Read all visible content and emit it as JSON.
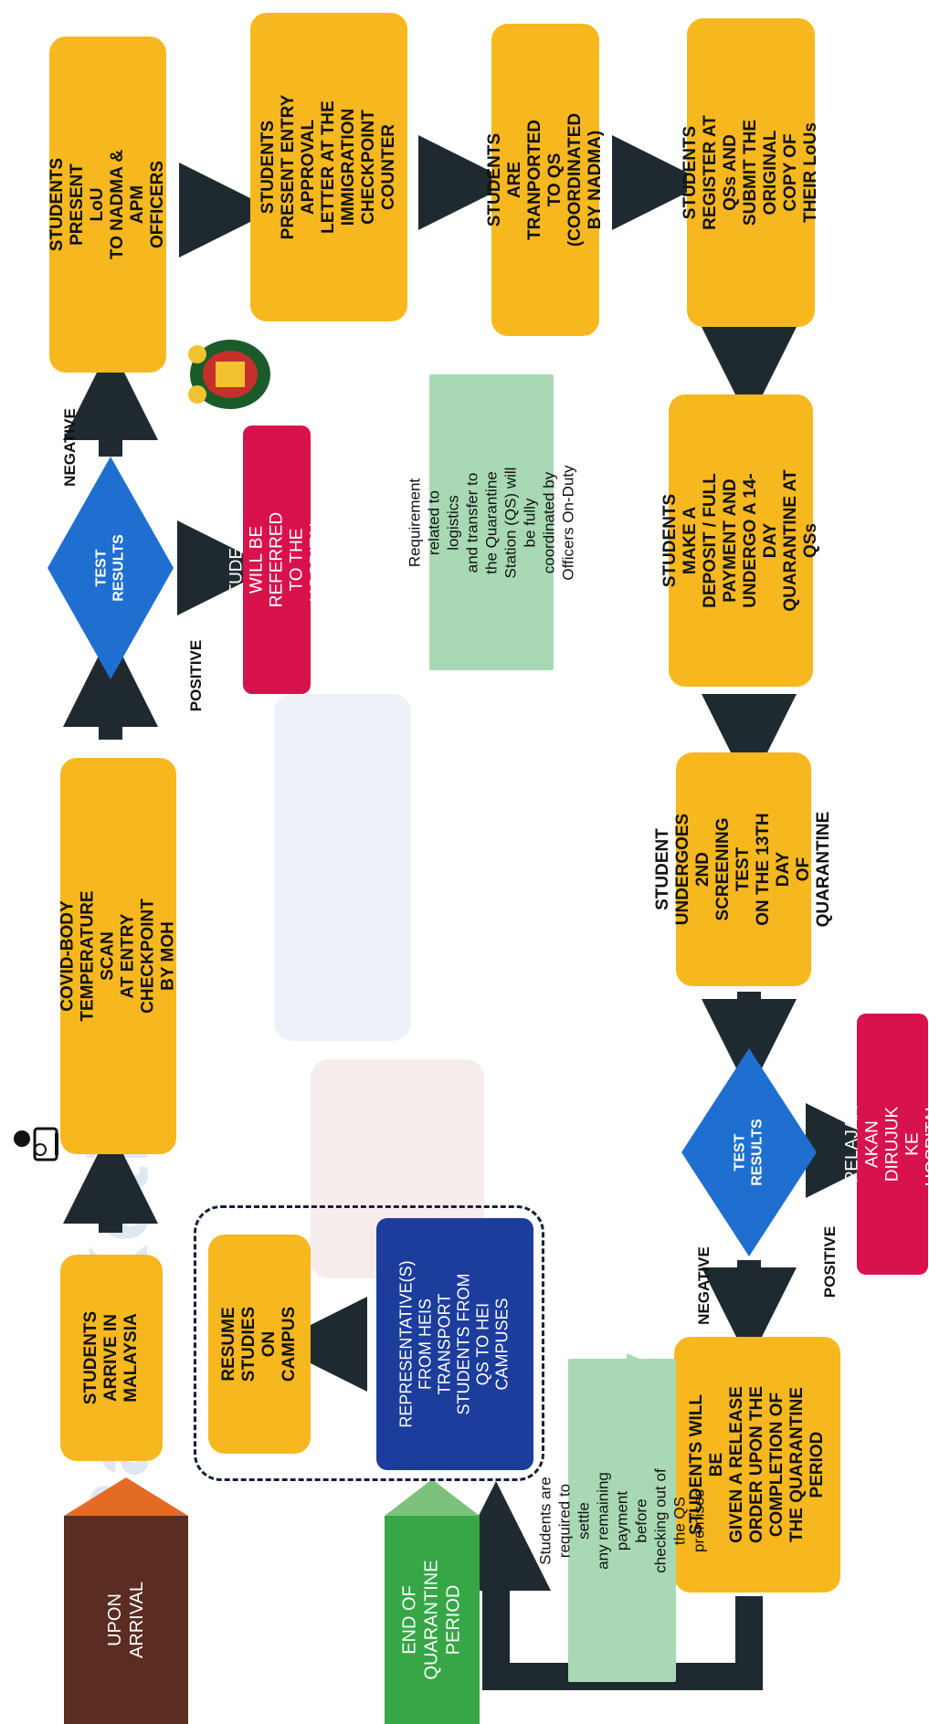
{
  "background": {
    "watermark_text": "Balai Ketibaan"
  },
  "phases": {
    "upon_arrival": "UPON\nARRIVAL",
    "end_of_quarantine": "END OF\nQUARANTINE\nPERIOD"
  },
  "nodes": {
    "arrive": "STUDENTS\nARRIVE IN\nMALAYSIA",
    "temperature_scan": "COVID-BODY TEMPERATURE SCAN\nAT ENTRY CHECKPOINT BY MOH",
    "test_results_1": "TEST\nRESULTS",
    "present_lou": "STUDENTS PRESENT LoU\nTO NADMA & APM\nOFFICERS",
    "referred_hospital": "STUDENTS WILL BE\nREFERRED TO THE\nHOSPITAL",
    "entry_approval": "STUDENTS PRESENT ENTRY\nAPPROVAL LETTER AT THE\nIMMIGRATION CHECKPOINT\nCOUNTER",
    "transported_qs": "STUDENTS ARE\nTRANPORTED TO QS\n(COORDINATED BY NADMA)",
    "register_qs": "STUDENTS REGISTER AT\nQSs AND SUBMIT THE\nORIGINAL COPY OF\nTHEIR LoUs",
    "deposit_quarantine": "STUDENTS MAKE A\nDEPOSIT / FULL\nPAYMENT AND\nUNDERGO A 14-DAY\nQUARANTINE AT QSs",
    "second_screening": "STUDENT\nUNDERGOES 2ND\nSCREENING TEST\nON THE 13TH DAY\nOF QUARANTINE",
    "test_results_2": "TEST\nRESULTS",
    "pelajar_hospital": "PELAJAR AKAN\nDIRUJUK KE HOSPITAL",
    "release_order": "STUDENTS WILL BE\nGIVEN A RELEASE\nORDER UPON THE\nCOMPLETION OF\nTHE QUARANTINE\nPERIOD",
    "representatives": "REPRESENTATIVE(S)\nFROM HEIS\nTRANSPORT\nSTUDENTS FROM\nQS TO HEI\nCAMPUSES",
    "resume_studies": "RESUME STUDIES\nON CAMPUS"
  },
  "notes": {
    "logistics": "Requirement related to logistics\nand transfer to the Quarantine\nStation (QS) will be fully\ncoordinated by Officers On-Duty",
    "settle_payment": "Students are required to settle\nany remaining payment before\nchecking out of the QS\npremises"
  },
  "labels": {
    "negative_1": "NEGATIVE",
    "positive_1": "POSITIVE",
    "negative_2": "NEGATIVE",
    "positive_2": "POSITIVE"
  },
  "colors": {
    "process": "#f6b81e",
    "decision": "#1f6fd1",
    "hospital": "#d8124c",
    "heis": "#1c3d9c",
    "note": "#a8d9b4",
    "arrow": "#1f2a30",
    "arrival_tab": "#5a2c22",
    "quarantine_tab": "#36a647"
  }
}
